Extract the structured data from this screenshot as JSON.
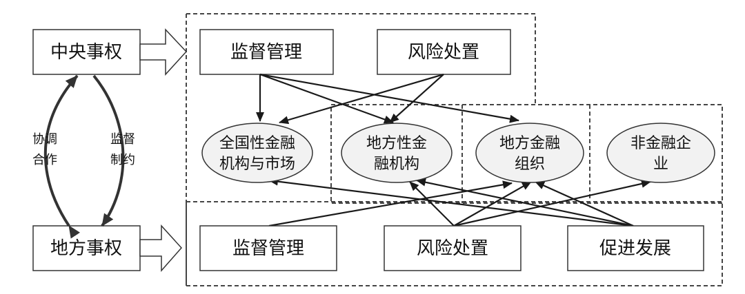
{
  "diagram": {
    "left": {
      "central": "中央事权",
      "local": "地方事权",
      "coordinate_label": [
        "协调",
        "合作"
      ],
      "supervise_label": [
        "监督",
        "制约"
      ]
    },
    "central_functions": [
      "监督管理",
      "风险处置"
    ],
    "institutions": [
      [
        "全国性金融",
        "机构与市场"
      ],
      [
        "地方性金",
        "融机构"
      ],
      [
        "地方金融",
        "组织"
      ],
      [
        "非金融企",
        "业"
      ]
    ],
    "local_functions": [
      "监督管理",
      "风险处置",
      "促进发展"
    ],
    "edges": [
      {
        "from": "central.监督管理",
        "to": "全国性金融机构与市场"
      },
      {
        "from": "central.监督管理",
        "to": "地方性金融机构"
      },
      {
        "from": "central.监督管理",
        "to": "地方金融组织"
      },
      {
        "from": "central.风险处置",
        "to": "全国性金融机构与市场"
      },
      {
        "from": "central.风险处置",
        "to": "地方性金融机构"
      },
      {
        "from": "local.监督管理",
        "to": "地方金融组织"
      },
      {
        "from": "local.风险处置",
        "to": "地方性金融机构"
      },
      {
        "from": "local.风险处置",
        "to": "地方金融组织"
      },
      {
        "from": "local.风险处置",
        "to": "非金融企业"
      },
      {
        "from": "local.促进发展",
        "to": "全国性金融机构与市场"
      },
      {
        "from": "local.促进发展",
        "to": "地方性金融机构"
      },
      {
        "from": "local.促进发展",
        "to": "地方金融组织"
      }
    ]
  }
}
